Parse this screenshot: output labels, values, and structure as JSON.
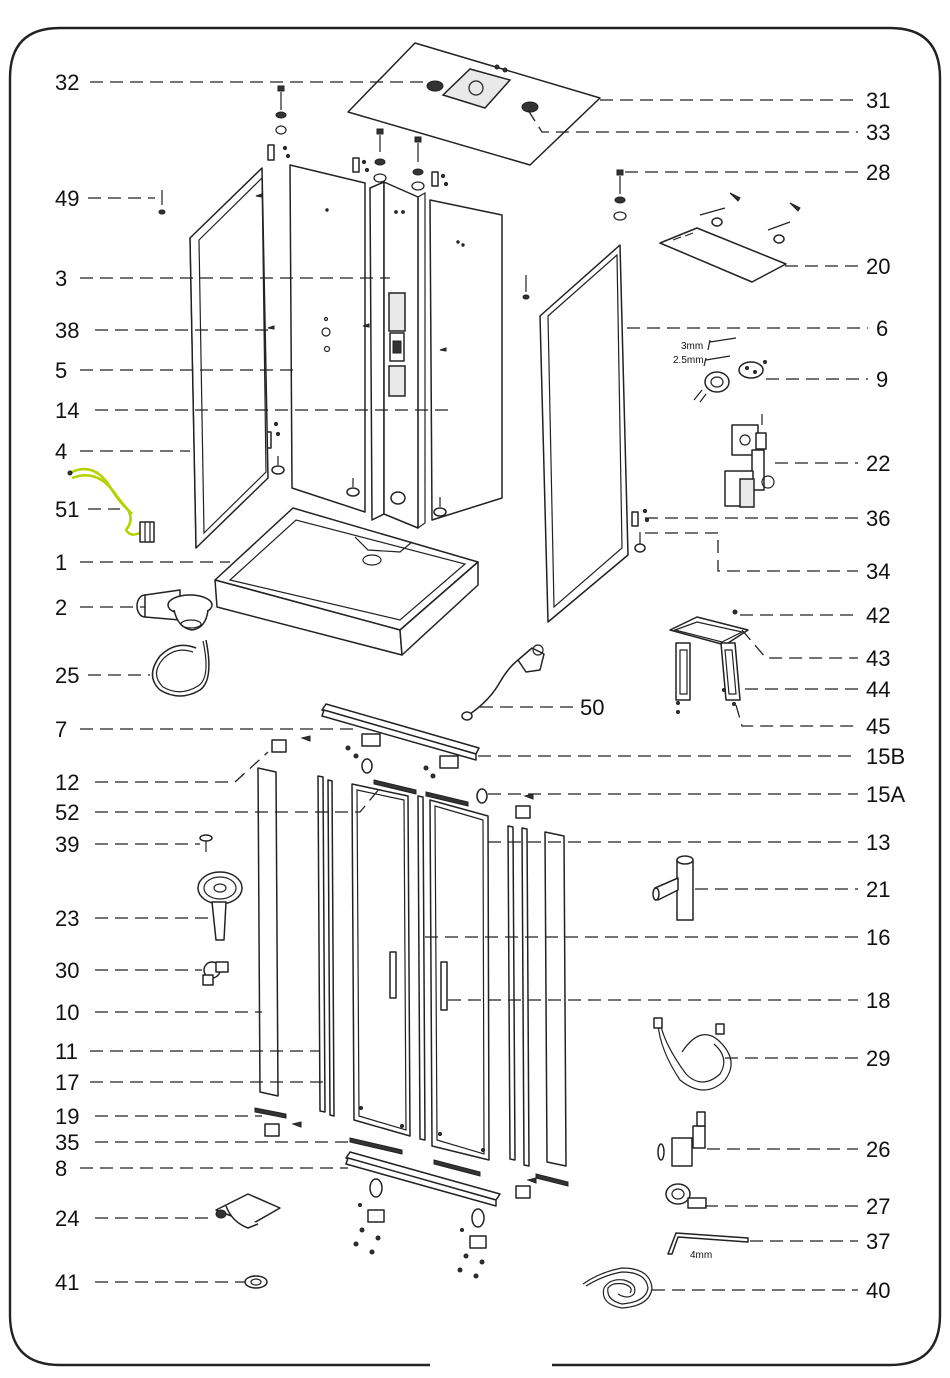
{
  "labels": {
    "l1": "1",
    "l2": "2",
    "l3": "3",
    "l4": "4",
    "l5": "5",
    "l6": "6",
    "l7": "7",
    "l8": "8",
    "l9": "9",
    "l10": "10",
    "l11": "11",
    "l12": "12",
    "l13": "13",
    "l14": "14",
    "l15a": "15A",
    "l15b": "15B",
    "l16": "16",
    "l17": "17",
    "l18": "18",
    "l19": "19",
    "l20": "20",
    "l21": "21",
    "l22": "22",
    "l23": "23",
    "l24": "24",
    "l25": "25",
    "l26": "26",
    "l27": "27",
    "l28": "28",
    "l29": "29",
    "l30": "30",
    "l31": "31",
    "l32": "32",
    "l33": "33",
    "l34": "34",
    "l35": "35",
    "l36": "36",
    "l37": "37",
    "l38": "38",
    "l39": "39",
    "l40": "40",
    "l41": "41",
    "l42": "42",
    "l43": "43",
    "l44": "44",
    "l45": "45",
    "l49": "49",
    "l50": "50",
    "l51": "51",
    "l52": "52"
  },
  "annotations": {
    "key3mm": "3mm",
    "key25mm": "2.5mm",
    "key4mm": "4mm"
  }
}
